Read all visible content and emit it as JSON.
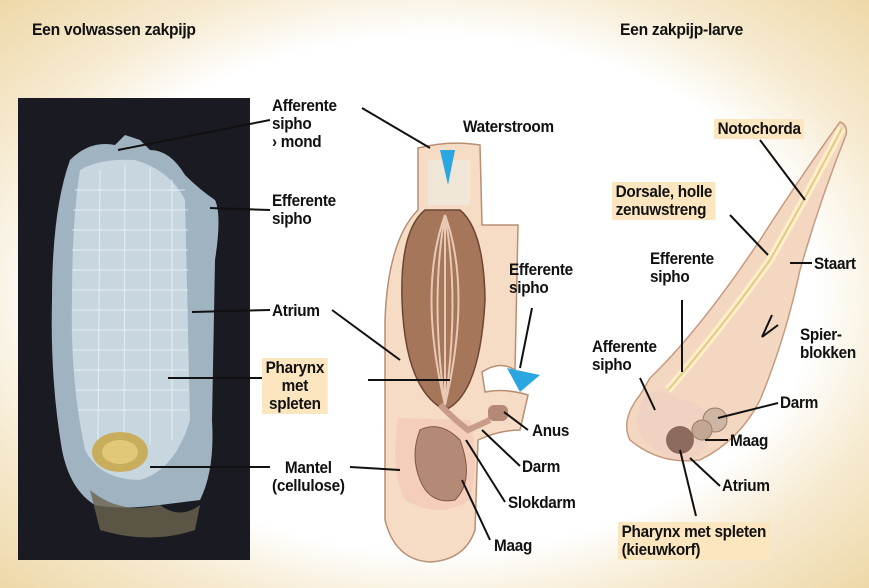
{
  "titles": {
    "adult": "Een volwassen zakpijp",
    "larva": "Een zakpijp-larve"
  },
  "labels": {
    "afferente_sipho": "Afferente\nsipho\n› mond",
    "efferente_sipho_photo": "Efferente\nsipho",
    "atrium_adult": "Atrium",
    "pharynx_met_spleten": "Pharynx\nmet\nspleten",
    "mantel": "Mantel\n(cellulose)",
    "waterstroom": "Waterstroom",
    "efferente_sipho_drawing": "Efferente\nsipho",
    "anus": "Anus",
    "darm_adult": "Darm",
    "slokdarm": "Slokdarm",
    "maag_adult": "Maag",
    "notochorda": "Notochorda",
    "dorsale_holle_zenuwstreng": "Dorsale, holle\nzenuwstreng",
    "staart": "Staart",
    "spierblokken": "Spier-\nblokken",
    "efferente_sipho_larva": "Efferente\nsipho",
    "afferente_sipho_larva": "Afferente\nsipho",
    "darm_larva": "Darm",
    "maag_larva": "Maag",
    "atrium_larva": "Atrium",
    "pharynx_kieuwkorf": "Pharynx met spleten\n(kieuwkorf)"
  },
  "colors": {
    "highlight": "#fbe6c0",
    "water_arrow": "#2aa6e0",
    "photo_bg": "#1a1a22",
    "body_tan": "#f6dcc4",
    "pharynx_brown": "#a6765a"
  }
}
